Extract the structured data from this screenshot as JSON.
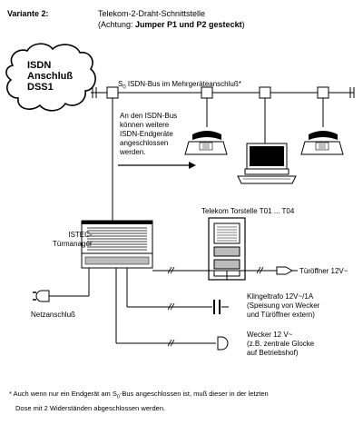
{
  "header": {
    "variant_label": "Variante 2:",
    "title": "Telekom-2-Draht-Schnittstelle",
    "note_prefix": "(Achtung: ",
    "note_bold": "Jumper P1 und P2 gesteckt",
    "note_suffix": ")"
  },
  "isdn_cloud": {
    "line1": "ISDN",
    "line2": "Anschluß",
    "line3": "DSS1"
  },
  "bus": {
    "label_s": "S",
    "label_sub": "0",
    "label_rest": " ISDN-Bus im Mehrgeräteanschluß*"
  },
  "bus_note": {
    "line1": "An den ISDN-Bus",
    "line2": "können weitere",
    "line3": "ISDN-Endgeräte",
    "line4": "angeschlossen",
    "line5": "werden."
  },
  "istec": {
    "line1": "ISTEC-",
    "line2": "Türmanager"
  },
  "door_station": {
    "label": "Telekom Torstelle T01 ... T04"
  },
  "door_opener": {
    "label": "Türöffner 12V~"
  },
  "bell_transformer": {
    "line1": "Klingeltrafo 12V~/1A",
    "line2": "(Speisung von Wecker",
    "line3": "und Türöffner extern)"
  },
  "bell": {
    "line1": "Wecker 12 V~",
    "line2": "(z.B. zentrale Glocke",
    "line3": "auf Betriebshof)"
  },
  "mains": {
    "label": "Netzanschluß"
  },
  "footnote": {
    "marker": "*",
    "part1": " Auch wenn nur ein Endgerät am S",
    "sub": "0",
    "part2": "-Bus angeschlossen ist, muß dieser in der letzten",
    "line2": "Dose mit 2 Widerständen abgeschlossen werden."
  }
}
